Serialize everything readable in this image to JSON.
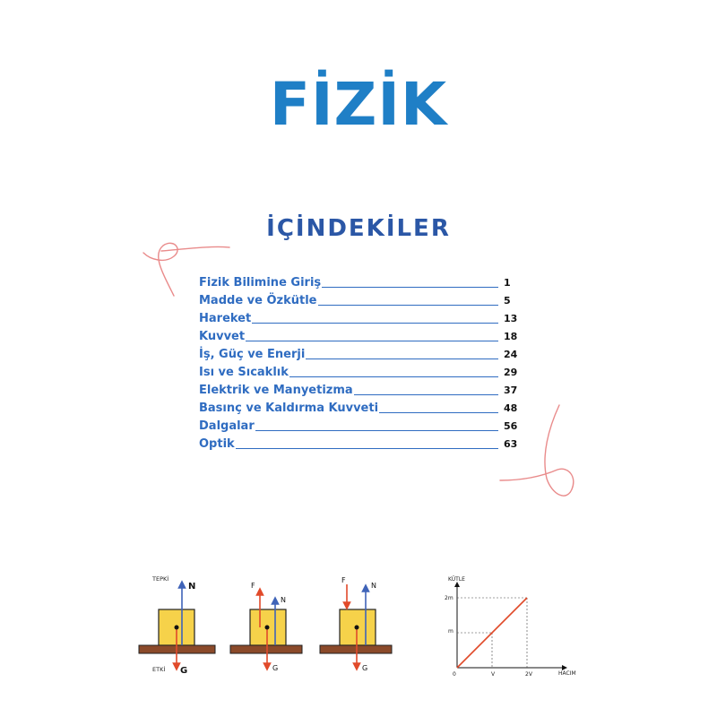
{
  "header": {
    "title": "FİZİK",
    "subtitle": "İÇİNDEKİLER"
  },
  "toc": [
    {
      "label": "Fizik Bilimine Giriş",
      "page": "1"
    },
    {
      "label": "Madde ve Özkütle",
      "page": "5"
    },
    {
      "label": "Hareket",
      "page": "13"
    },
    {
      "label": "Kuvvet",
      "page": "18"
    },
    {
      "label": "İş, Güç ve Enerji",
      "page": "24"
    },
    {
      "label": "Isı ve Sıcaklık",
      "page": "29"
    },
    {
      "label": "Elektrik ve Manyetizma",
      "page": "37"
    },
    {
      "label": "Basınç ve Kaldırma Kuvveti",
      "page": "48"
    },
    {
      "label": "Dalgalar",
      "page": "56"
    },
    {
      "label": "Optik",
      "page": "63"
    }
  ],
  "figures": {
    "diagram1": {
      "top_label": "TEPKİ",
      "top_force": "N",
      "bottom_label": "ETKİ",
      "bottom_force": "G"
    },
    "diagram2": {
      "applied": "F",
      "normal": "N",
      "weight": "G"
    },
    "diagram3": {
      "applied": "F",
      "normal": "N",
      "weight": "G"
    },
    "graph": {
      "ylabel": "KÜTLE",
      "xlabel": "HACIM",
      "origin": "0",
      "y_ticks": [
        "2m",
        "m"
      ],
      "x_ticks": [
        "V",
        "2V"
      ],
      "points": [
        [
          0,
          0
        ],
        [
          1,
          1
        ],
        [
          2,
          2
        ]
      ]
    }
  },
  "colors": {
    "title": "#1f7fc6",
    "heading": "#2b57a6",
    "toc": "#2f6cc1",
    "doodle": "#e98b8b",
    "block": "#f6d24a",
    "ground": "#8b4a2a",
    "red_arrow": "#e14a2a",
    "blue_arrow": "#3f63b8"
  }
}
